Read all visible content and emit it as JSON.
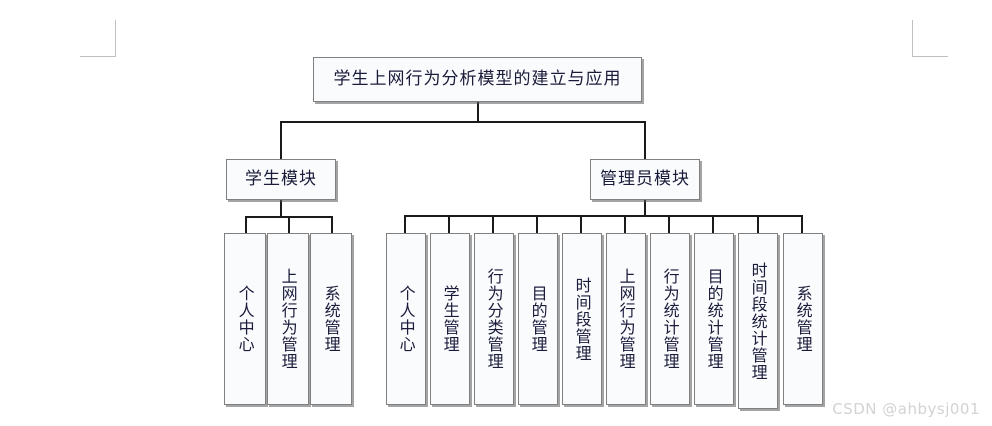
{
  "diagram": {
    "type": "tree",
    "title": "学生上网行为分析模型的建立与应用",
    "root": {
      "label": "学生上网行为分析模型的建立与应用"
    },
    "modules": [
      {
        "label": "学生模块"
      },
      {
        "label": "管理员模块"
      }
    ],
    "student_children": [
      {
        "label": "个人中心"
      },
      {
        "label": "上网行为管理"
      },
      {
        "label": "系统管理"
      }
    ],
    "admin_children": [
      {
        "label": "个人中心"
      },
      {
        "label": "学生管理"
      },
      {
        "label": "行为分类管理"
      },
      {
        "label": "目的管理"
      },
      {
        "label": "时间段管理"
      },
      {
        "label": "上网行为管理"
      },
      {
        "label": "行为统计管理"
      },
      {
        "label": "目的统计管理"
      },
      {
        "label": "时间段统计管理"
      },
      {
        "label": "系统管理"
      }
    ]
  },
  "watermark": {
    "text": "CSDN @ahbysj001"
  },
  "colors": {
    "box_border": "#808080",
    "box_fill": "#f9fbfd",
    "text": "#1b1b3a",
    "connector": "#1a1a1a",
    "corner_mark": "#c0c0c0",
    "watermark": "#d3d3d3",
    "page_background": "#ffffff"
  }
}
